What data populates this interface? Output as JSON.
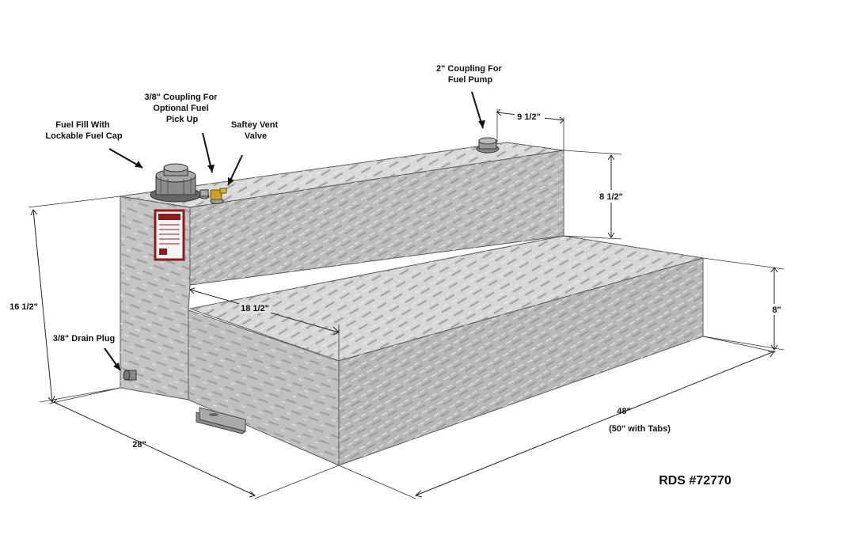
{
  "callouts": {
    "fuel_fill": [
      "Fuel Fill With",
      "Lockable Fuel Cap"
    ],
    "coupling_38": [
      "3/8\" Coupling For",
      "Optional Fuel",
      "Pick Up"
    ],
    "vent": [
      "Saftey Vent",
      "Valve"
    ],
    "coupling_2": [
      "2\" Coupling For",
      "Fuel Pump"
    ],
    "drain": [
      "3/8\" Drain Plug"
    ]
  },
  "dimensions": {
    "top_depth": "9 1/2\"",
    "upper_height": "8 1/2\"",
    "lower_height": "8\"",
    "overall_height": "16 1/2\"",
    "step_depth": "18 1/2\"",
    "width": "28\"",
    "length": "48\"",
    "length_note": "(50\" with Tabs)"
  },
  "part_number": "RDS #72770",
  "icons": [
    "fuel-cap-icon",
    "vent-valve-icon",
    "drain-plug-icon",
    "mounting-tab-icon",
    "warning-label-icon"
  ]
}
